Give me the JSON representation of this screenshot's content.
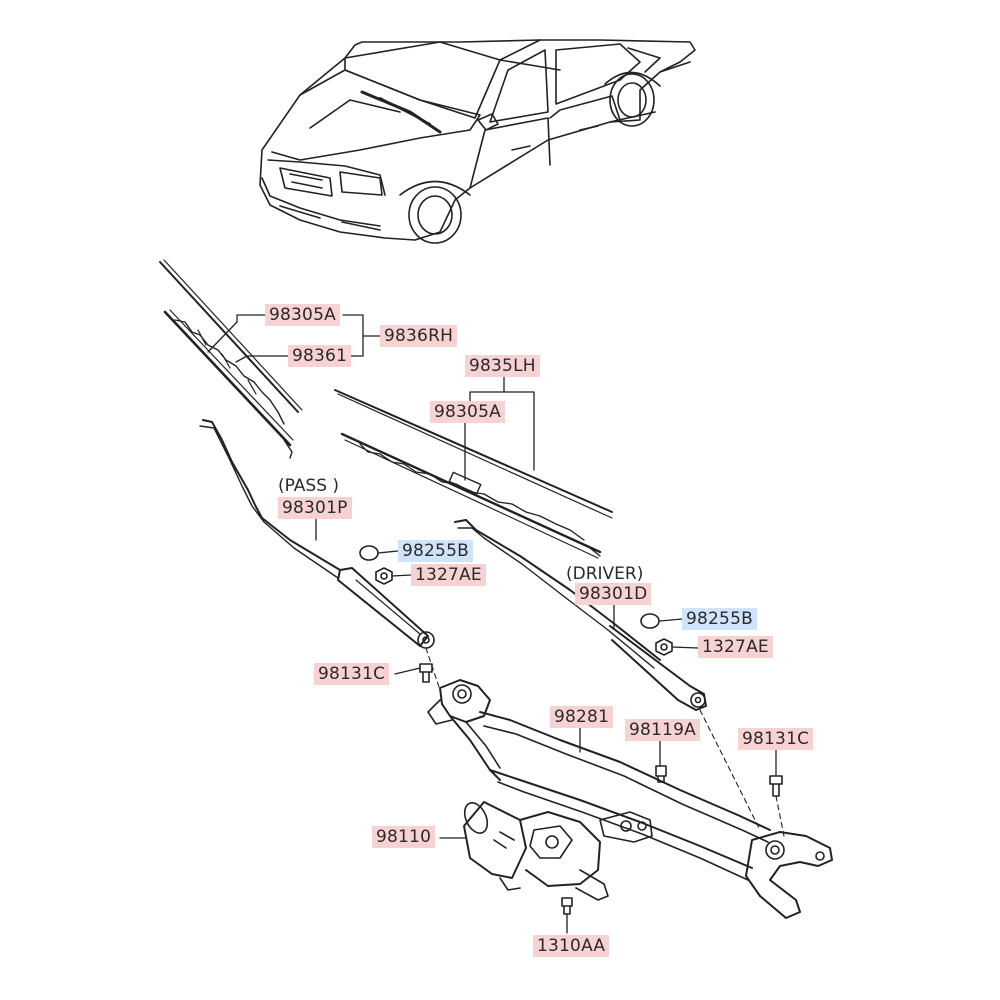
{
  "labels": {
    "p98305A_top": "98305A",
    "p9836RH": "9836RH",
    "p98361": "98361",
    "p9835LH": "9835LH",
    "p98305A_mid": "98305A",
    "p98301P": "98301P",
    "p98255B_left": "98255B",
    "p1327AE_left": "1327AE",
    "p98301D": "98301D",
    "p98255B_right": "98255B",
    "p1327AE_right": "1327AE",
    "p98131C_left": "98131C",
    "p98281": "98281",
    "p98119A": "98119A",
    "p98131C_right": "98131C",
    "p98110": "98110",
    "p1310AA": "1310AA"
  },
  "notes": {
    "pass": "(PASS )",
    "driver": "(DRIVER)"
  },
  "colors": {
    "label_highlight": "#f7d2d2",
    "label_highlight_alt": "#cfe4fa",
    "line": "#222222"
  }
}
